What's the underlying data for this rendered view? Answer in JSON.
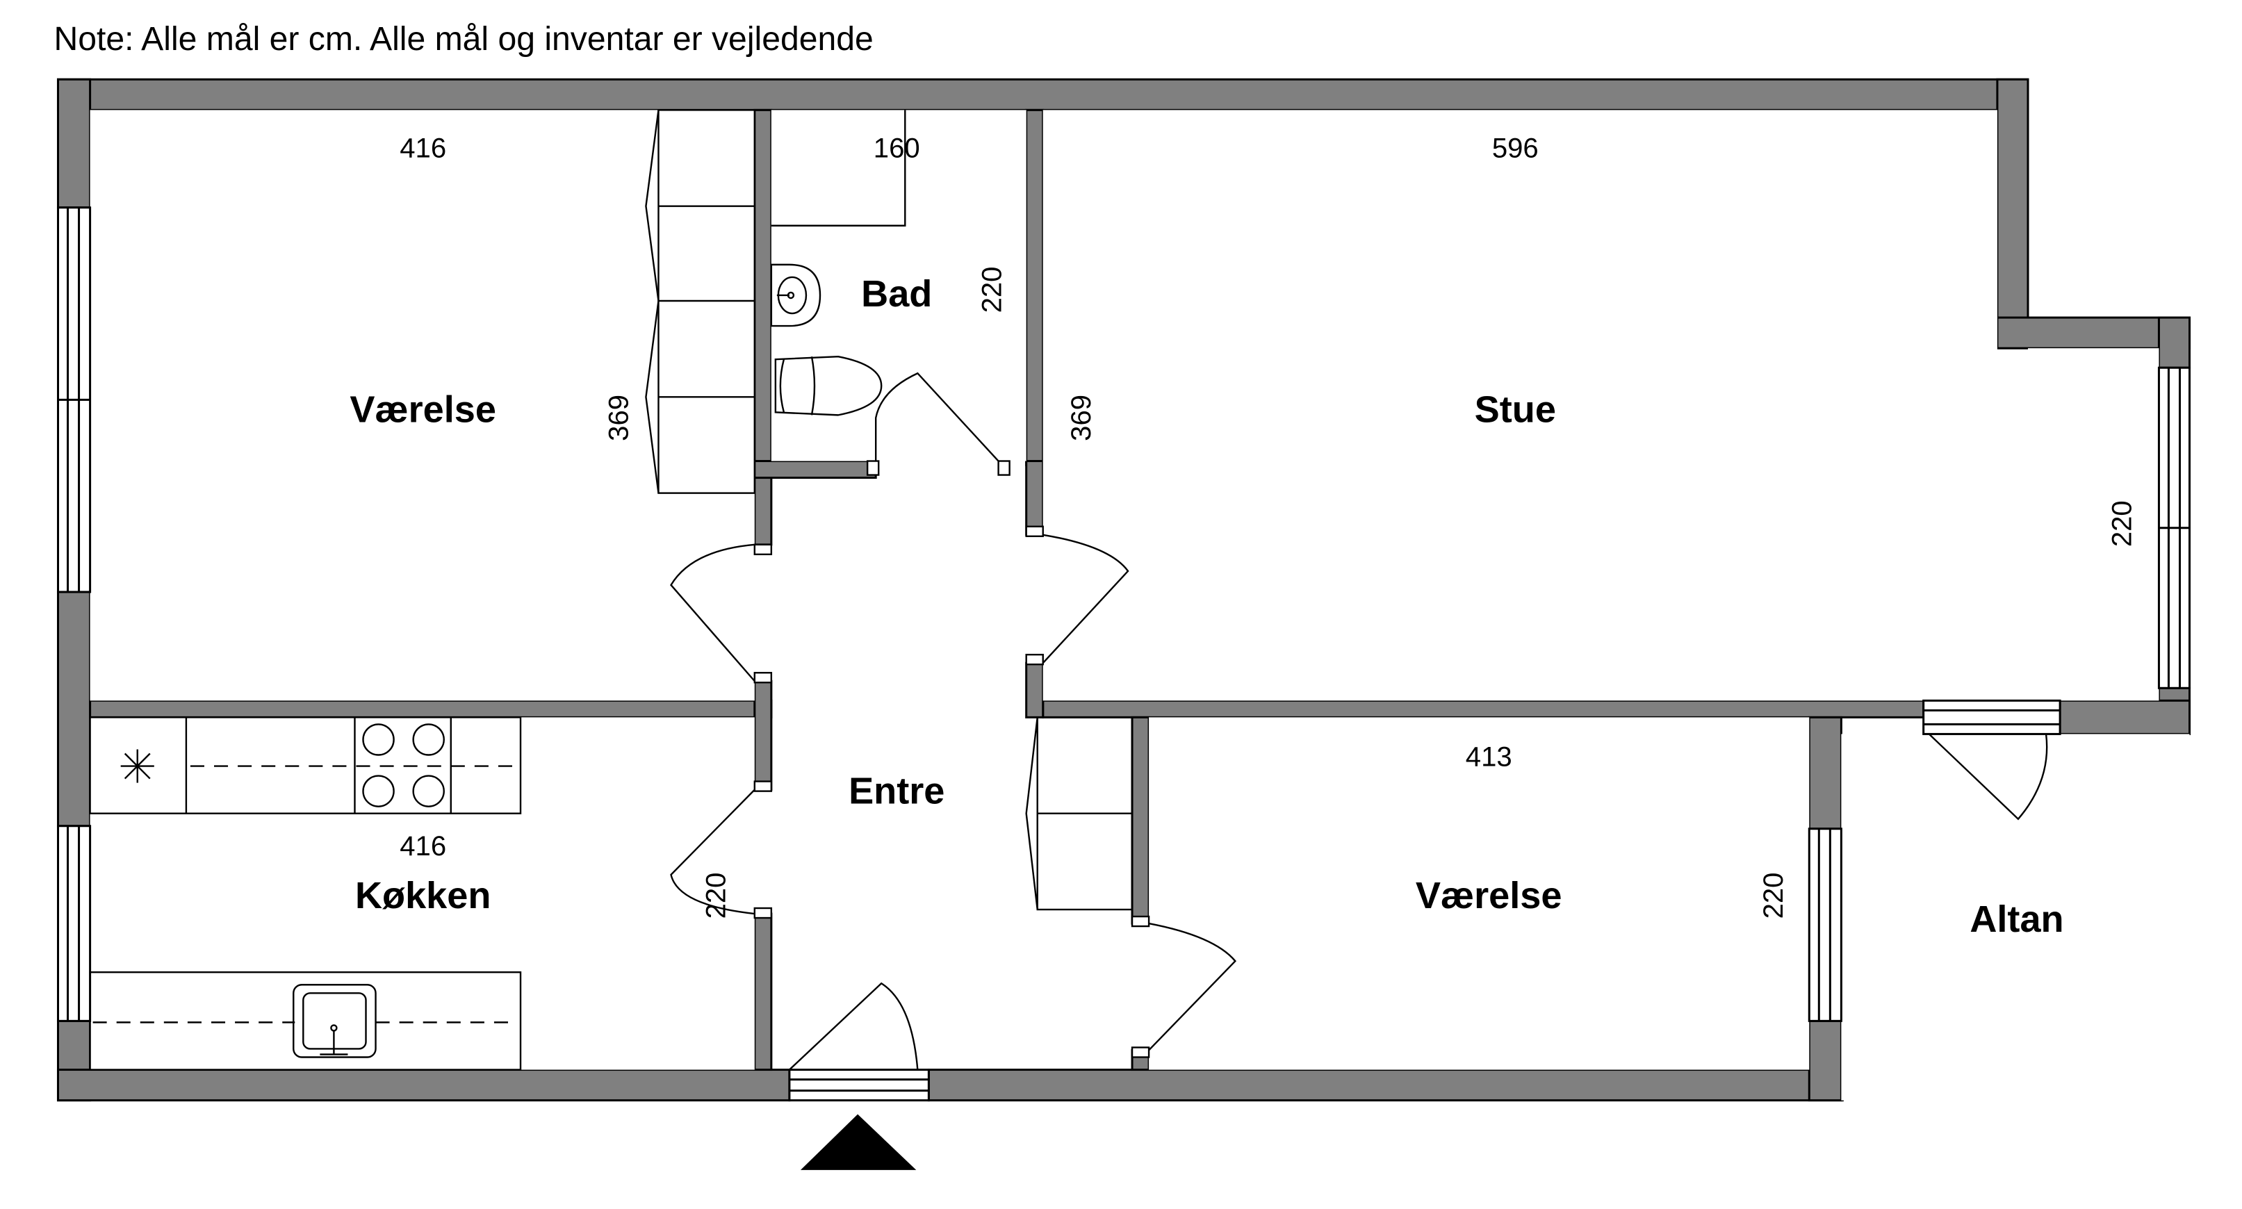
{
  "note": "Note: Alle mål er cm. Alle mål og inventar er vejledende",
  "rooms": {
    "vaerelse1": {
      "name": "Værelse",
      "width": "416",
      "depth": "369"
    },
    "bad": {
      "name": "Bad",
      "width": "160",
      "depth": "220"
    },
    "stue": {
      "name": "Stue",
      "width": "596",
      "depth": "369",
      "side": "220"
    },
    "entre": {
      "name": "Entre"
    },
    "koekken": {
      "name": "Køkken",
      "width": "416",
      "depth": "220"
    },
    "vaerelse2": {
      "name": "Værelse",
      "width": "413",
      "depth": "220"
    },
    "altan": {
      "name": "Altan"
    }
  },
  "colors": {
    "wall": "#808080",
    "line": "#000000",
    "background": "#ffffff"
  },
  "icons": {
    "entrance": "entrance-arrow-icon"
  }
}
